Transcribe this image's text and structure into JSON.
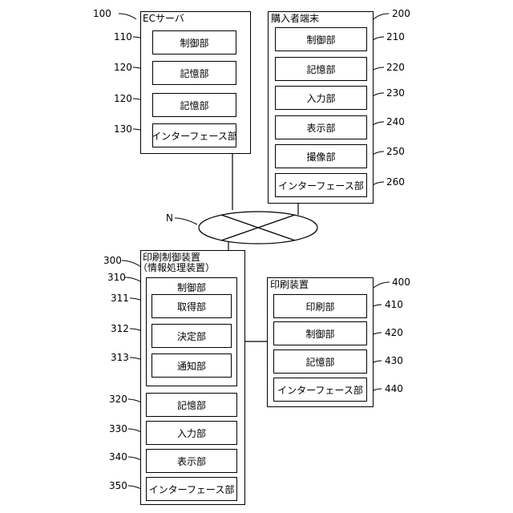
{
  "ec_server": {
    "ref": "100",
    "title": "ECサーバ",
    "units": [
      {
        "ref": "110",
        "label": "制御部"
      },
      {
        "ref": "120",
        "label": "記憶部"
      },
      {
        "ref": "120",
        "label": "記憶部"
      },
      {
        "ref": "130",
        "label": "インターフェース部"
      }
    ]
  },
  "buyer_terminal": {
    "ref": "200",
    "title": "購入者端末",
    "units": [
      {
        "ref": "210",
        "label": "制御部"
      },
      {
        "ref": "220",
        "label": "記憶部"
      },
      {
        "ref": "230",
        "label": "入力部"
      },
      {
        "ref": "240",
        "label": "表示部"
      },
      {
        "ref": "250",
        "label": "撮像部"
      },
      {
        "ref": "260",
        "label": "インターフェース部"
      }
    ]
  },
  "network": {
    "label": "N"
  },
  "print_control": {
    "ref": "300",
    "title": "印刷制御装置",
    "subtitle": "（情報処理装置）",
    "control": {
      "ref": "310",
      "label": "制御部",
      "units": [
        {
          "ref": "311",
          "label": "取得部"
        },
        {
          "ref": "312",
          "label": "決定部"
        },
        {
          "ref": "313",
          "label": "通知部"
        }
      ]
    },
    "units": [
      {
        "ref": "320",
        "label": "記憶部"
      },
      {
        "ref": "330",
        "label": "入力部"
      },
      {
        "ref": "340",
        "label": "表示部"
      },
      {
        "ref": "350",
        "label": "インターフェース部"
      }
    ]
  },
  "printer": {
    "ref": "400",
    "title": "印刷装置",
    "units": [
      {
        "ref": "410",
        "label": "印刷部"
      },
      {
        "ref": "420",
        "label": "制御部"
      },
      {
        "ref": "430",
        "label": "記憶部"
      },
      {
        "ref": "440",
        "label": "インターフェース部"
      }
    ]
  }
}
